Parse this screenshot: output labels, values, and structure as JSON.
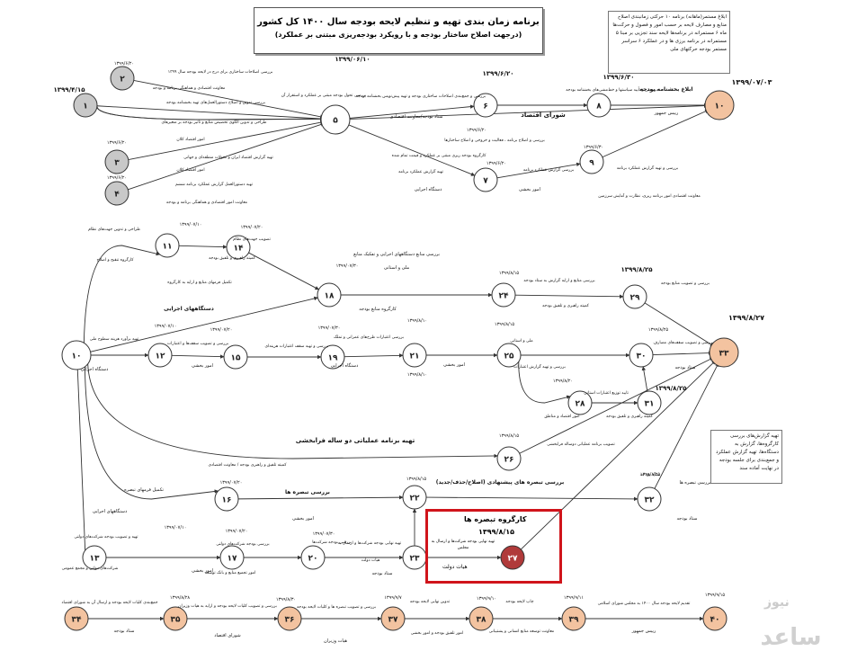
{
  "title": {
    "line1": "برنامه زمان بندی تهیه و تنظیم لایحه بودجه سال ۱۴۰۰ کل کشور",
    "line2": "(درجهت اصلاح ساختار بودجه و با رویکرد بودجه‌ریزی مبتنی بر عملکرد)"
  },
  "notes": {
    "top_right": "ابلاغ مستمر(ماهانه) برنامه ۱۰ حرکتی زمانبندی اصلاح منابع و مصارف لایحه بر حسب امور و فصول و حرکت‌ها ماه ۶ مستمرانه در برنامه‌ها لایحه سند تجزیی بر مبنا ۵ مستمرانه در برنامه برزی ها و در عملکرد ۶ سراسر مستمر بودجه حرکتهای ملی",
    "right_mid": "تهیه گزارش‌های بررسی کارگروه‌ها، گزارش به دستگاه‌ها، تهیه گزارش عملکرد و جمع‌بندی برای جلسه بودجه در نهایت آماده سند"
  },
  "highlight": {
    "label": "کارگروه تبصره ها",
    "date": "۱۳۹۹/۸/۱۵",
    "desc": "تهیه نهایی بودجه شرکت‌ها و ارسال به مجلس",
    "actor": "هیات دولت"
  },
  "watermark": {
    "text": "ساعد",
    "sub": "نیوز"
  },
  "nodes": [
    {
      "id": "n1",
      "label": "۱",
      "fill": "#c8c8c8"
    },
    {
      "id": "n2",
      "label": "۲",
      "fill": "#c8c8c8"
    },
    {
      "id": "n3",
      "label": "۳",
      "fill": "#c8c8c8"
    },
    {
      "id": "n4",
      "label": "۴",
      "fill": "#c8c8c8"
    },
    {
      "id": "n5",
      "label": "۵",
      "fill": "#ffffff"
    },
    {
      "id": "n6",
      "label": "۶",
      "fill": "#ffffff"
    },
    {
      "id": "n7",
      "label": "۷",
      "fill": "#ffffff"
    },
    {
      "id": "n8",
      "label": "۸",
      "fill": "#ffffff"
    },
    {
      "id": "n9",
      "label": "۹",
      "fill": "#ffffff"
    },
    {
      "id": "n10a",
      "label": "۱۰",
      "fill": "#f3c3a0"
    },
    {
      "id": "n10b",
      "label": "۱۰",
      "fill": "#ffffff"
    },
    {
      "id": "n11",
      "label": "۱۱",
      "fill": "#ffffff"
    },
    {
      "id": "n12",
      "label": "۱۲",
      "fill": "#ffffff"
    },
    {
      "id": "n13",
      "label": "۱۳",
      "fill": "#ffffff"
    },
    {
      "id": "n14",
      "label": "۱۴",
      "fill": "#ffffff"
    },
    {
      "id": "n15",
      "label": "۱۵",
      "fill": "#ffffff"
    },
    {
      "id": "n16",
      "label": "۱۶",
      "fill": "#ffffff"
    },
    {
      "id": "n17",
      "label": "۱۷",
      "fill": "#ffffff"
    },
    {
      "id": "n18",
      "label": "۱۸",
      "fill": "#ffffff"
    },
    {
      "id": "n19",
      "label": "۱۹",
      "fill": "#ffffff"
    },
    {
      "id": "n20",
      "label": "۲۰",
      "fill": "#ffffff"
    },
    {
      "id": "n21",
      "label": "۲۱",
      "fill": "#ffffff"
    },
    {
      "id": "n22",
      "label": "۲۲",
      "fill": "#ffffff"
    },
    {
      "id": "n23",
      "label": "۲۳",
      "fill": "#ffffff"
    },
    {
      "id": "n24",
      "label": "۲۴",
      "fill": "#ffffff"
    },
    {
      "id": "n25",
      "label": "۲۵",
      "fill": "#ffffff"
    },
    {
      "id": "n26",
      "label": "۲۶",
      "fill": "#ffffff"
    },
    {
      "id": "n27",
      "label": "۲۷",
      "fill": "#b03a3a"
    },
    {
      "id": "n28",
      "label": "۲۸",
      "fill": "#ffffff"
    },
    {
      "id": "n29",
      "label": "۲۹",
      "fill": "#ffffff"
    },
    {
      "id": "n30",
      "label": "۳۰",
      "fill": "#ffffff"
    },
    {
      "id": "n31",
      "label": "۳۱",
      "fill": "#ffffff"
    },
    {
      "id": "n32",
      "label": "۳۲",
      "fill": "#ffffff"
    },
    {
      "id": "n33",
      "label": "۳۳",
      "fill": "#f3c3a0"
    },
    {
      "id": "n34",
      "label": "۳۴",
      "fill": "#f3c3a0"
    },
    {
      "id": "n35",
      "label": "۳۵",
      "fill": "#f3c3a0"
    },
    {
      "id": "n36",
      "label": "۳۶",
      "fill": "#f3c3a0"
    },
    {
      "id": "n37",
      "label": "۳۷",
      "fill": "#f3c3a0"
    },
    {
      "id": "n38",
      "label": "۳۸",
      "fill": "#f3c3a0"
    },
    {
      "id": "n39",
      "label": "۳۹",
      "fill": "#f3c3a0"
    },
    {
      "id": "n40",
      "label": "۴۰",
      "fill": "#f3c3a0"
    }
  ],
  "edges": [
    {
      "from": "n1",
      "to": "n5",
      "route": "up"
    },
    {
      "from": "n1",
      "to": "n5",
      "route": "straight"
    },
    {
      "from": "n1",
      "to": "n5",
      "route": "down"
    },
    {
      "from": "n2",
      "to": "n5",
      "route": "straight"
    },
    {
      "from": "n3",
      "to": "n5",
      "route": "straight"
    },
    {
      "from": "n4",
      "to": "n5",
      "route": "straight"
    },
    {
      "from": "n5",
      "to": "n6",
      "route": "straight"
    },
    {
      "from": "n5",
      "to": "n7",
      "route": "straight"
    },
    {
      "from": "n5",
      "to": "n10a",
      "route": "straight"
    },
    {
      "from": "n6",
      "to": "n8",
      "route": "straight"
    },
    {
      "from": "n7",
      "to": "n9",
      "route": "straight"
    },
    {
      "from": "n8",
      "to": "n10a",
      "route": "straight"
    },
    {
      "from": "n9",
      "to": "n10a",
      "route": "straight"
    },
    {
      "from": "n10b",
      "to": "n11",
      "route": "up"
    },
    {
      "from": "n11",
      "to": "n14",
      "route": "straight"
    },
    {
      "from": "n14",
      "to": "n18",
      "route": "straight"
    },
    {
      "from": "n10b",
      "to": "n18",
      "route": "straight"
    },
    {
      "from": "n10b",
      "to": "n12",
      "route": "straight"
    },
    {
      "from": "n12",
      "to": "n15",
      "route": "straight"
    },
    {
      "from": "n15",
      "to": "n19",
      "route": "straight"
    },
    {
      "from": "n19",
      "to": "n21",
      "route": "straight"
    },
    {
      "from": "n21",
      "to": "n25",
      "route": "straight"
    },
    {
      "from": "n18",
      "to": "n24",
      "route": "straight"
    },
    {
      "from": "n24",
      "to": "n29",
      "route": "straight"
    },
    {
      "from": "n29",
      "to": "n33",
      "route": "straight"
    },
    {
      "from": "n25",
      "to": "n30",
      "route": "straight"
    },
    {
      "from": "n25",
      "to": "n28",
      "route": "down"
    },
    {
      "from": "n28",
      "to": "n31",
      "route": "straight"
    },
    {
      "from": "n30",
      "to": "n33",
      "route": "straight"
    },
    {
      "from": "n31",
      "to": "n30",
      "route": "straight"
    },
    {
      "from": "n10b",
      "to": "n26",
      "route": "down"
    },
    {
      "from": "n26",
      "to": "n33",
      "route": "straight"
    },
    {
      "from": "n10b",
      "to": "n16",
      "route": "down"
    },
    {
      "from": "n16",
      "to": "n22",
      "route": "straight"
    },
    {
      "from": "n22",
      "to": "n32",
      "route": "straight"
    },
    {
      "from": "n32",
      "to": "n33",
      "route": "straight"
    },
    {
      "from": "n10b",
      "to": "n13",
      "route": "down"
    },
    {
      "from": "n13",
      "to": "n17",
      "route": "straight"
    },
    {
      "from": "n17",
      "to": "n20",
      "route": "straight"
    },
    {
      "from": "n20",
      "to": "n23",
      "route": "straight"
    },
    {
      "from": "n23",
      "to": "n27",
      "route": "straight"
    },
    {
      "from": "n23",
      "to": "n22",
      "route": "straight"
    },
    {
      "from": "n27",
      "to": "n33",
      "route": "straight"
    },
    {
      "from": "n34",
      "to": "n35",
      "route": "straight"
    },
    {
      "from": "n35",
      "to": "n36",
      "route": "straight"
    },
    {
      "from": "n36",
      "to": "n37",
      "route": "straight"
    },
    {
      "from": "n37",
      "to": "n38",
      "route": "straight"
    },
    {
      "from": "n38",
      "to": "n39",
      "route": "straight"
    },
    {
      "from": "n39",
      "to": "n40",
      "route": "straight"
    }
  ],
  "labels": [
    {
      "id": "d_1399_4_15",
      "text": "۱۳۹۹/۴/۱۵",
      "size": 7
    },
    {
      "id": "d_1399_6_10",
      "text": "۱۳۹۹/۰۶/۱۰",
      "size": 7
    },
    {
      "id": "d_1399_6_20",
      "text": "۱۳۹۹/۶/۲۰",
      "size": 7
    },
    {
      "id": "d_1399_6_30",
      "text": "۱۳۹۹/۶/۳۰",
      "size": 7
    },
    {
      "id": "d_1399_07_03",
      "text": "۱۳۹۹/۰۷/۰۳",
      "size": 8
    },
    {
      "id": "d_n2",
      "text": "۱۳۹۹/۶/۲۰",
      "size": 5
    },
    {
      "id": "d_n3",
      "text": "۱۳۹۹/۶/۲۰",
      "size": 5
    },
    {
      "id": "d_n4",
      "text": "۱۳۹۹/۶/۲۰",
      "size": 5
    },
    {
      "id": "d_n7",
      "text": "۱۳۹۹/۶/۲۰",
      "size": 5
    },
    {
      "id": "d_n9",
      "text": "۱۳۹۹/۶/۳۰",
      "size": 5
    },
    {
      "id": "d_n6b",
      "text": "۱۳۹۹/۶/۲۰",
      "size": 5
    },
    {
      "id": "t_n2",
      "text": "بررسی اصلاحات ساختاری برای درج در لایحه بودجه سال ۱۳۹۹",
      "size": 4.5
    },
    {
      "id": "t_n2b",
      "text": "معاونت اقتصادی و هماهنگی برنامه و بودجه",
      "size": 4.5
    },
    {
      "id": "t_n1a",
      "text": "بررسی تدوین و اصلاح دستورالعمل‌های تهیه بخشنامه بودجه",
      "size": 4.5
    },
    {
      "id": "t_n1b",
      "text": "طراحی و تدوین الگوی تخصیص منابع و تاثیر بودجه بر متغیرهای",
      "size": 4.5
    },
    {
      "id": "t_n1c",
      "text": "امور اقتصاد کلان",
      "size": 4.5
    },
    {
      "id": "t_n3",
      "text": "تهیه گزارش اقتصاد ایران و تحولات منطقه‌ای و جهانی",
      "size": 4.5
    },
    {
      "id": "t_n3b",
      "text": "امور اقتصاد کلان",
      "size": 4.5
    },
    {
      "id": "t_n4",
      "text": "تهیه دستورالعمل گزارش عملکرد برنامه ششم",
      "size": 4.5
    },
    {
      "id": "t_n4b",
      "text": "معاونت امور اقتصادی و هماهنگی برنامه و بودجه",
      "size": 4.5
    },
    {
      "id": "t_n5",
      "text": "بررسی تحول بودجه مبتنی بر عملکرد و استقرار آن",
      "size": 4.5
    },
    {
      "id": "t_n6",
      "text": "بررسی و جمع‌بندی اصلاحات ساختاری بودجه و تهیه پیش‌نویس بخشنامه بودجه",
      "size": 4.5
    },
    {
      "id": "t_n6b",
      "text": "ستاد بودجه/معاونت اقتصادی",
      "size": 5
    },
    {
      "id": "t_n8",
      "text": "بررسی و تأیید سیاستها و خط‌مشی‌های بخشنامه بودجه",
      "size": 4.5
    },
    {
      "id": "t_n8b",
      "text": "شورای اقتصاد",
      "size": 7
    },
    {
      "id": "t_n10",
      "text": "ابلاغ بخشنامه بودجه",
      "size": 6
    },
    {
      "id": "t_n10b",
      "text": "رییس جمهور",
      "size": 5
    },
    {
      "id": "t_n5b",
      "text": "بررسی و اصلاح برنامه ، فعالیت و خروجی و اصلاح ساختارها",
      "size": 4.5
    },
    {
      "id": "t_n5c",
      "text": "کارگروه بودجه ریزی مبتنی بر عملکرد و قیمت تمام شده",
      "size": 4.5
    },
    {
      "id": "t_n7",
      "text": "تهیه گزارش عملکرد برنامه",
      "size": 4.5
    },
    {
      "id": "t_n7b",
      "text": "دستگاه اجرایی",
      "size": 5
    },
    {
      "id": "t_n9",
      "text": "بررسی گزارش عملکرد برنامه",
      "size": 4.5
    },
    {
      "id": "t_n9b",
      "text": "امور بخشی",
      "size": 5
    },
    {
      "id": "t_n9c",
      "text": "بررسی و تهیه گزارش عملکرد برنامه",
      "size": 4.5
    },
    {
      "id": "t_n9d",
      "text": "معاونت اقتصادی امور برنامه ریزی، نظارت و آمایش سرزمین",
      "size": 4.5
    },
    {
      "id": "d_1399_07_10",
      "text": "۱۳۹۹/۰۷/۱۰",
      "size": 5
    },
    {
      "id": "d_1399_07_20",
      "text": "۱۳۹۹/۰۷/۲۰",
      "size": 5
    },
    {
      "id": "d_1399_07_30",
      "text": "۱۳۹۹/۰۷/۳۰",
      "size": 5
    },
    {
      "id": "d_1399_8_15a",
      "text": "۱۳۹۹/۸/۱۵",
      "size": 5
    },
    {
      "id": "d_1399_8_25a",
      "text": "۱۳۹۹/۸/۲۵",
      "size": 7
    },
    {
      "id": "d_1399_8_27",
      "text": "۱۳۹۹/۸/۲۷",
      "size": 8
    },
    {
      "id": "t_n11",
      "text": "طراحی و تدوین جهت‌های نظام",
      "size": 4.5
    },
    {
      "id": "t_n11b",
      "text": "کارگروه تنقیح و اصلاح",
      "size": 4.5
    },
    {
      "id": "t_n14",
      "text": "تصویب جهت‌های نظام",
      "size": 4.5
    },
    {
      "id": "t_n14b",
      "text": "کمیته راهبری و تلفیق بودجه",
      "size": 4.5
    },
    {
      "id": "t_n14c",
      "text": "تکمیل فرمهای منابع و ارایه به کارگروه",
      "size": 4.5
    },
    {
      "id": "t_n18",
      "text": "بررسی منابع دستگاههای اجرایی و تفکیک منابع",
      "size": 5
    },
    {
      "id": "t_n18b",
      "text": "ملی و استانی",
      "size": 5
    },
    {
      "id": "t_n18c",
      "text": "دستگاههای اجرایی",
      "size": 6
    },
    {
      "id": "t_n18d",
      "text": "کارگروه منابع بودجه",
      "size": 5
    },
    {
      "id": "t_n24",
      "text": "بررسی منابع و ارایه گزارش به ستاد بودجه",
      "size": 4.5
    },
    {
      "id": "t_n24b",
      "text": "کمیته راهبری و تلفیق بودجه",
      "size": 4.5
    },
    {
      "id": "t_n29",
      "text": "بررسی و تصویب منابع بودجه",
      "size": 4.5
    },
    {
      "id": "t_n12",
      "text": "تهیه برآورد هزینه سطوح ملی",
      "size": 4.5
    },
    {
      "id": "t_n12b",
      "text": "دستگاه اجرایی",
      "size": 5
    },
    {
      "id": "t_n15",
      "text": "بررسی و تصویب سقف‌ها و اعتبارات",
      "size": 4.5
    },
    {
      "id": "t_n15b",
      "text": "امور بخشی",
      "size": 5
    },
    {
      "id": "t_n19",
      "text": "بررسی و تهیه سقف اعتبارات هزینه‌ای",
      "size": 4.5
    },
    {
      "id": "t_n19b",
      "text": "دستگاه اجرایی",
      "size": 5
    },
    {
      "id": "t_n21",
      "text": "بررسی اعتبارات طرح‌های عمرانی و تملک",
      "size": 4.5
    },
    {
      "id": "t_n21b",
      "text": "امور بخشی",
      "size": 5
    },
    {
      "id": "t_n25",
      "text": "ملی و استانی",
      "size": 4.5
    },
    {
      "id": "t_n30",
      "text": "بررسی و تصویب سقف‌های مصارف",
      "size": 4.5
    },
    {
      "id": "t_n30b",
      "text": "ستاد بودجه",
      "size": 5
    },
    {
      "id": "t_n28",
      "text": "بررسی و تهیه گزارش اعتبارات",
      "size": 4.5
    },
    {
      "id": "t_n28b",
      "text": "امور اقتصاد و مناطق",
      "size": 4.5
    },
    {
      "id": "t_n31",
      "text": "تایید توزیع اعتبارات استانی",
      "size": 4.5
    },
    {
      "id": "t_n31b",
      "text": "کمیته راهبری و تلفیق بودجه",
      "size": 4.5
    },
    {
      "id": "d_1399_8_25b",
      "text": "۱۳۹۹/۸/۲۵",
      "size": 7
    },
    {
      "id": "d_1399_8_20",
      "text": "۱۳۹۹/۸/۲۰",
      "size": 5
    },
    {
      "id": "t_n26",
      "text": "تهیه برنامه عملیاتی دو ساله فرابخشی",
      "size": 7
    },
    {
      "id": "t_n26b",
      "text": "تصویب برنامه عملیاتی دوساله فرابخشی",
      "size": 4.5
    },
    {
      "id": "t_n26c",
      "text": "کمیته تلفیق و راهبری بودجه / معاونت اقتصادی",
      "size": 4.5
    },
    {
      "id": "t_n16",
      "text": "تکمیل فرمهای تبصره",
      "size": 5
    },
    {
      "id": "t_n16b",
      "text": "دستگاههای اجرایی",
      "size": 5
    },
    {
      "id": "t_n22",
      "text": "بررسی تبصره ها",
      "size": 6
    },
    {
      "id": "t_n22b",
      "text": "بررسی تبصره های پیشنهادی (اصلاح/حذف/جدید)",
      "size": 6
    },
    {
      "id": "t_n32",
      "text": "بررسی تبصره ها",
      "size": 5
    },
    {
      "id": "t_n32b",
      "text": "ستاد بودجه",
      "size": 5
    },
    {
      "id": "t_n32c",
      "text": "ستاد بودجه",
      "size": 5
    },
    {
      "id": "t_n13",
      "text": "تهیه و تصویب بودجه شرکت‌های دولتی",
      "size": 4.5
    },
    {
      "id": "t_n13b",
      "text": "شرکت‌های دولتی و مجمع عمومی",
      "size": 4.5
    },
    {
      "id": "t_n17",
      "text": "بررسی بودجه شرکت‌های دولتی",
      "size": 4.5
    },
    {
      "id": "t_n17b",
      "text": "امور بخشی",
      "size": 5
    },
    {
      "id": "t_n20",
      "text": "بررسی بودجه شرکت‌ها",
      "size": 4.5
    },
    {
      "id": "t_n20b",
      "text": "امور تجمیع منابع و بانک توسعه",
      "size": 4.5
    },
    {
      "id": "t_n23",
      "text": "تهیه نهایی بودجه شرکت‌ها و ارسال به",
      "size": 4.5
    },
    {
      "id": "t_n23b",
      "text": "هیات دولت",
      "size": 4.5
    },
    {
      "id": "t_n23c",
      "text": "ستاد بودجه",
      "size": 5
    },
    {
      "id": "t_n23d",
      "text": "امور بخشی",
      "size": 5
    },
    {
      "id": "d_1399_07_10b",
      "text": "۱۳۹۹/۰۷/۱۰",
      "size": 5
    },
    {
      "id": "d_1399_07_20b",
      "text": "۱۳۹۹/۰۷/۲۰",
      "size": 5
    },
    {
      "id": "d_1399_07_30b",
      "text": "۱۳۹۹/۰۷/۳۰",
      "size": 5
    },
    {
      "id": "d_1399_8_15b",
      "text": "۱۳۹۹/۸/۱۵",
      "size": 5
    },
    {
      "id": "d_1399_8_25c",
      "text": "۱۳۹۹/۸/۲۵",
      "size": 5
    },
    {
      "id": "d_1399_8_15c",
      "text": "۱۳۹۹/۸/۱۵",
      "size": 5
    },
    {
      "id": "d_1399_8_10a",
      "text": "۱۳۹۹/۸/۱۰",
      "size": 5
    },
    {
      "id": "d_1399_8_15d",
      "text": "۱۳۹۹/۸/۱۵",
      "size": 5
    },
    {
      "id": "d_1399_8_25d",
      "text": "۱۳۹۹/۸/۲۵",
      "size": 5
    },
    {
      "id": "d_1399_07_30c",
      "text": "۱۳۹۹/۰۷/۳۰",
      "size": 5
    },
    {
      "id": "d_1399_07_20c",
      "text": "۱۳۹۹/۰۷/۲۰",
      "size": 5
    },
    {
      "id": "d_1399_07_10c",
      "text": "۱۳۹۹/۰۷/۱۰",
      "size": 5
    },
    {
      "id": "d_1399_07_20d",
      "text": "۱۳۹۹/۰۷/۲۰",
      "size": 5
    },
    {
      "id": "d_1399_8_10b",
      "text": "۱۳۹۹/۸/۱۰",
      "size": 5
    },
    {
      "id": "d_1399_8_28",
      "text": "۱۳۹۹/۸/۲۸",
      "size": 5
    },
    {
      "id": "d_1399_8_30",
      "text": "۱۳۹۹/۸/۳۰",
      "size": 5
    },
    {
      "id": "d_1399_9_7",
      "text": "۱۳۹۹/۹/۷",
      "size": 5
    },
    {
      "id": "d_1399_9_10",
      "text": "۱۳۹۹/۹/۱۰",
      "size": 5
    },
    {
      "id": "d_1399_9_11",
      "text": "۱۳۹۹/۹/۱۱",
      "size": 5
    },
    {
      "id": "d_1399_9_15",
      "text": "۱۳۹۹/۹/۱۵",
      "size": 5
    },
    {
      "id": "t_n35",
      "text": "جمع‌بندی کلیات لایحه بودجه و ارسال آن به شورای اقتصاد",
      "size": 4.5
    },
    {
      "id": "t_n34",
      "text": "ستاد بودجه",
      "size": 5
    },
    {
      "id": "t_n36",
      "text": "بررسی و تصویب کلیات لایحه بودجه و ارایه به هیات وزیران",
      "size": 4.5
    },
    {
      "id": "t_n36b",
      "text": "شورای اقتصاد",
      "size": 5
    },
    {
      "id": "t_n37",
      "text": "بررسی و تصویب تبصره ها و کلیات لایحه بودجه",
      "size": 4.5
    },
    {
      "id": "t_n37b",
      "text": "هیات وزیران",
      "size": 5
    },
    {
      "id": "t_n38",
      "text": "تدوین نهایی لایحه بودجه",
      "size": 4.5
    },
    {
      "id": "t_n38b",
      "text": "امور تلفیق بودجه و امور بخشی",
      "size": 4.5
    },
    {
      "id": "t_n39",
      "text": "چاپ لایحه بودجه",
      "size": 4.5
    },
    {
      "id": "t_n39b",
      "text": "معاونت توسعه منابع انسانی و پشتیبانی",
      "size": 4.5
    },
    {
      "id": "t_n40",
      "text": "تقدیم لایحه بودجه سال ۱۴۰۰ به مجلس شورای اسلامی",
      "size": 4.5
    },
    {
      "id": "t_n40b",
      "text": "رییس جمهور",
      "size": 5
    }
  ]
}
